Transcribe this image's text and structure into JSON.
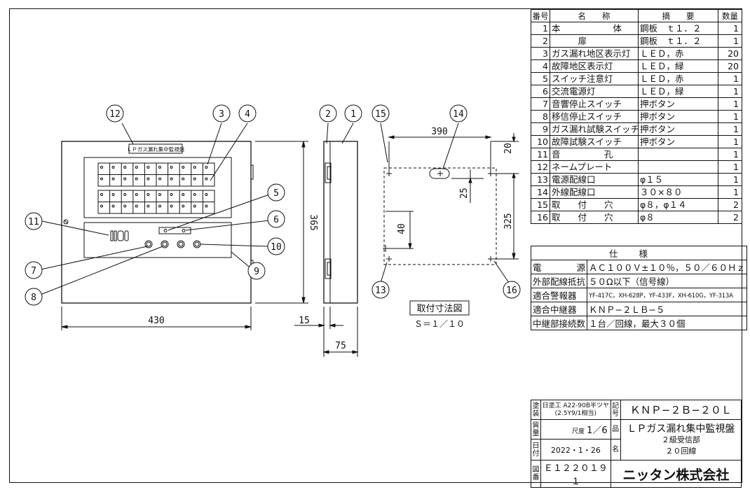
{
  "parts_header": {
    "no": "番号",
    "name": "名　　称",
    "note": "摘　　要",
    "qty": "数量"
  },
  "parts": [
    {
      "no": "1",
      "name": "本　　　　　　体",
      "note": "鋼板　ｔ１．２",
      "qty": "1"
    },
    {
      "no": "2",
      "name": "　　　扉",
      "note": "鋼板　ｔ１．２",
      "qty": "1"
    },
    {
      "no": "3",
      "name": "ガス漏れ地区表示灯",
      "note": "ＬＥＤ，赤",
      "qty": "20"
    },
    {
      "no": "4",
      "name": "故障地区表示灯",
      "note": "ＬＥＤ，緑",
      "qty": "20"
    },
    {
      "no": "5",
      "name": "スイッチ注意灯",
      "note": "ＬＥＤ，赤",
      "qty": "1"
    },
    {
      "no": "6",
      "name": "交流電源灯",
      "note": "ＬＥＤ，緑",
      "qty": "1"
    },
    {
      "no": "7",
      "name": "音響停止スイッチ",
      "note": "押ボタン",
      "qty": "1"
    },
    {
      "no": "8",
      "name": "移信停止スイッチ",
      "note": "押ボタン",
      "qty": "1"
    },
    {
      "no": "9",
      "name": "ガス漏れ試験スイッチ",
      "note": "押ボタン",
      "qty": "1"
    },
    {
      "no": "10",
      "name": "故障試験スイッチ",
      "note": "押ボタン",
      "qty": "1"
    },
    {
      "no": "11",
      "name": "音　　　　　孔",
      "note": "",
      "qty": "1"
    },
    {
      "no": "12",
      "name": "ネームプレート",
      "note": "",
      "qty": "1"
    },
    {
      "no": "13",
      "name": "電源配線口",
      "note": "φ１５",
      "qty": "1"
    },
    {
      "no": "14",
      "name": "外線配線口",
      "note": "３０×８０",
      "qty": "1"
    },
    {
      "no": "15",
      "name": "取　　付　　穴",
      "note": "φ８，φ１４",
      "qty": "2"
    },
    {
      "no": "16",
      "name": "取　　付　　穴",
      "note": "φ８",
      "qty": "2"
    }
  ],
  "spec_title": "仕様",
  "specs": [
    {
      "label": "電　　　　源",
      "value": "ＡＣ１００Ｖ±１０％，５０／６０Ｈｚ"
    },
    {
      "label": "外部配線抵抗",
      "value": "５０Ω以下（信号線）"
    },
    {
      "label": "適合警報器",
      "value": "YF-417C，XH-628P，YF-433F，XH-610G，YF-313A"
    },
    {
      "label": "適合中継器",
      "value": "ＫＮＰ−２ＬＢ−５"
    },
    {
      "label": "中継部接続数",
      "value": "１台／回線，最大３０個"
    }
  ],
  "title_block": {
    "paint_label": "塗装",
    "paint_value": "日塗工 A22-90B半ツヤ",
    "paint_value2": "(2.5Y9/1相当)",
    "symbol_label": "記号",
    "model": "ＫＮＰ−２Ｂ−２０Ｌ",
    "mass_label": "質量",
    "scale_label": "尺度",
    "scale_value": "1／6",
    "name_label1": "品",
    "name_label2": "名",
    "product_name": "ＬＰガス漏れ集中監視盤",
    "product_sub1": "２級受信部",
    "product_sub2": "２０回線",
    "date_label": "日付",
    "date": "2022・1・26",
    "drawing_no_label": "図番",
    "drawing_no": "Ｅ１２２０１９１",
    "company": "ニッタン株式会社"
  },
  "drawing": {
    "nameplate": "ＬＰガス漏れ集中監視盤",
    "dim_width": "430",
    "dim_height": "365",
    "dim_door": "15",
    "dim_depth": "75",
    "dim_mount_w": "390",
    "dim_mount_h": "325",
    "dim_20": "20",
    "dim_25": "25",
    "dim_40": "40",
    "mount_title": "取付寸法図",
    "mount_scale": "Ｓ＝１／１０",
    "callouts": [
      "1",
      "2",
      "3",
      "4",
      "5",
      "6",
      "7",
      "8",
      "9",
      "10",
      "11",
      "12",
      "13",
      "14",
      "15",
      "16"
    ]
  }
}
